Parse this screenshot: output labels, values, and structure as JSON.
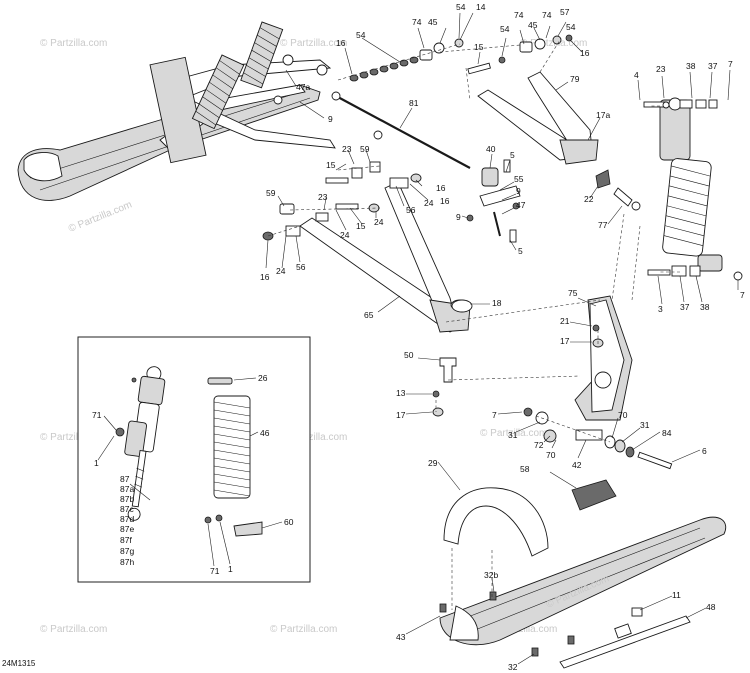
{
  "diagram": {
    "watermark": "© Partzilla.com",
    "watermark_primary": "© Partzilla.com",
    "diagram_code": "24M1315",
    "callouts": {
      "c14": "14",
      "c54a": "54",
      "c45a": "45",
      "c74a": "74",
      "c16a": "16",
      "c54b": "54",
      "c45b": "45",
      "c74b": "74",
      "c57": "57",
      "c54c": "54",
      "c74c": "74",
      "c16b": "16",
      "c15a": "15",
      "c54d": "54",
      "c79": "79",
      "c47a": "47a",
      "c9a": "9",
      "c81": "81",
      "c4a": "4",
      "c23a": "23",
      "c38a": "38",
      "c37a": "37",
      "c7a": "7",
      "c17a": "17a",
      "c40": "40",
      "c5a": "5",
      "c55": "55",
      "c9b": "9",
      "c47": "47",
      "c9c": "9",
      "c5b": "5",
      "c22": "22",
      "c77": "77",
      "c15b": "15",
      "c23b": "23",
      "c59a": "59",
      "c16c": "16",
      "c23c": "23",
      "c59b": "59",
      "c24a": "24",
      "c15c": "15",
      "c24b": "24",
      "c56a": "56",
      "c24c": "24",
      "c16d": "16",
      "c56b": "56",
      "c16e": "16",
      "c24d": "24",
      "c65": "65",
      "c18": "18",
      "c3": "3",
      "c37b": "37",
      "c38b": "38",
      "c7b": "7",
      "c75": "75",
      "c21": "21",
      "c17b": "17",
      "c50": "50",
      "c13": "13",
      "c17c": "17",
      "c7c": "7",
      "c31a": "31",
      "c72": "72",
      "c70a": "70",
      "c42": "42",
      "c70b": "70",
      "c31b": "31",
      "c84": "84",
      "c6": "6",
      "c58": "58",
      "c29": "29",
      "c71a": "71",
      "c1a": "1",
      "c26": "26",
      "c46": "46",
      "c60": "60",
      "c71b": "71",
      "c1b": "1",
      "c87": "87",
      "c87a": "87a",
      "c87b": "87b",
      "c87c": "87c",
      "c87d": "87d",
      "c87e": "87e",
      "c87f": "87f",
      "c87g": "87g",
      "c87h": "87h",
      "c32b": "32b",
      "c43": "43",
      "c11": "11",
      "c48": "48",
      "c32": "32"
    }
  }
}
